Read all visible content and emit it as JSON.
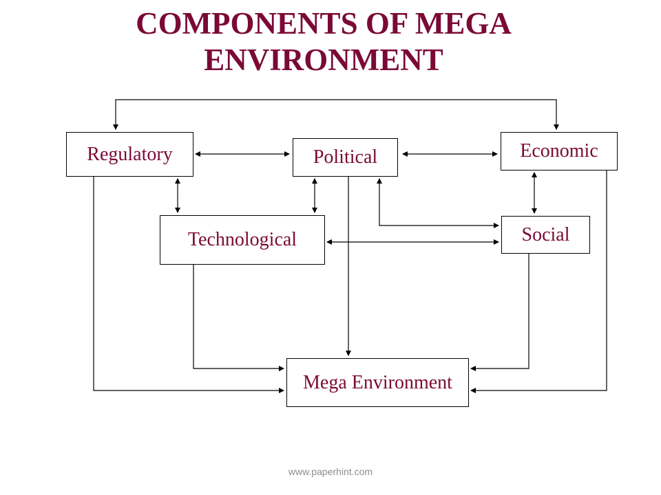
{
  "title": {
    "line1": "COMPONENTS OF MEGA",
    "line2": "ENVIRONMENT"
  },
  "nodes": {
    "regulatory": "Regulatory",
    "political": "Political",
    "economic": "Economic",
    "technological": "Technological",
    "social": "Social",
    "mega": "Mega Environment"
  },
  "footer": "www.paperhint.com",
  "colors": {
    "accent": "#7a0a35",
    "line": "#000000",
    "footer": "#8c8c8c"
  }
}
